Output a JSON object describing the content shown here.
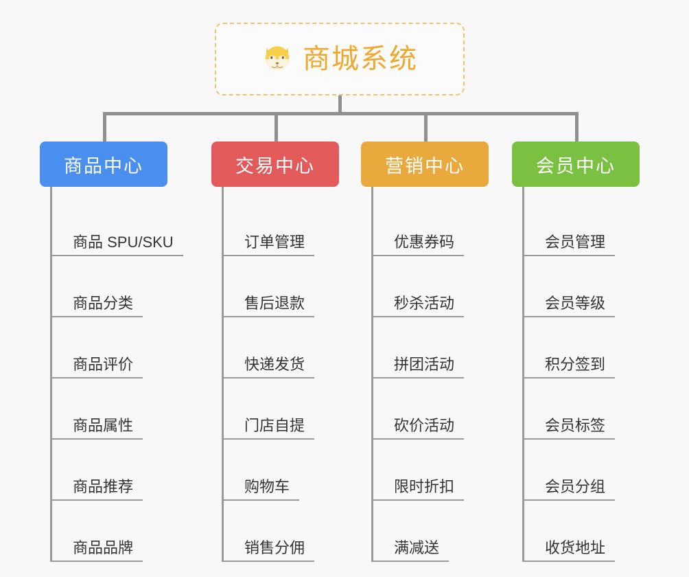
{
  "root": {
    "title": "商城系统",
    "icon": "shiba-dog-face-icon",
    "text_color": "#efa82e",
    "border_color": "#f3c268"
  },
  "connector_color": "#909090",
  "background_color": "#f8f8f8",
  "branches": [
    {
      "id": "product-center",
      "title": "商品中心",
      "color": "#4a8ef0",
      "items": [
        "商品 SPU/SKU",
        "商品分类",
        "商品评价",
        "商品属性",
        "商品推荐",
        "商品品牌"
      ]
    },
    {
      "id": "trade-center",
      "title": "交易中心",
      "color": "#e25a5a",
      "items": [
        "订单管理",
        "售后退款",
        "快递发货",
        "门店自提",
        "购物车",
        "销售分佣"
      ]
    },
    {
      "id": "marketing-center",
      "title": "营销中心",
      "color": "#eaa93c",
      "items": [
        "优惠券码",
        "秒杀活动",
        "拼团活动",
        "砍价活动",
        "限时折扣",
        "满减送"
      ]
    },
    {
      "id": "member-center",
      "title": "会员中心",
      "color": "#7ac142",
      "items": [
        "会员管理",
        "会员等级",
        "积分签到",
        "会员标签",
        "会员分组",
        "收货地址"
      ]
    }
  ]
}
